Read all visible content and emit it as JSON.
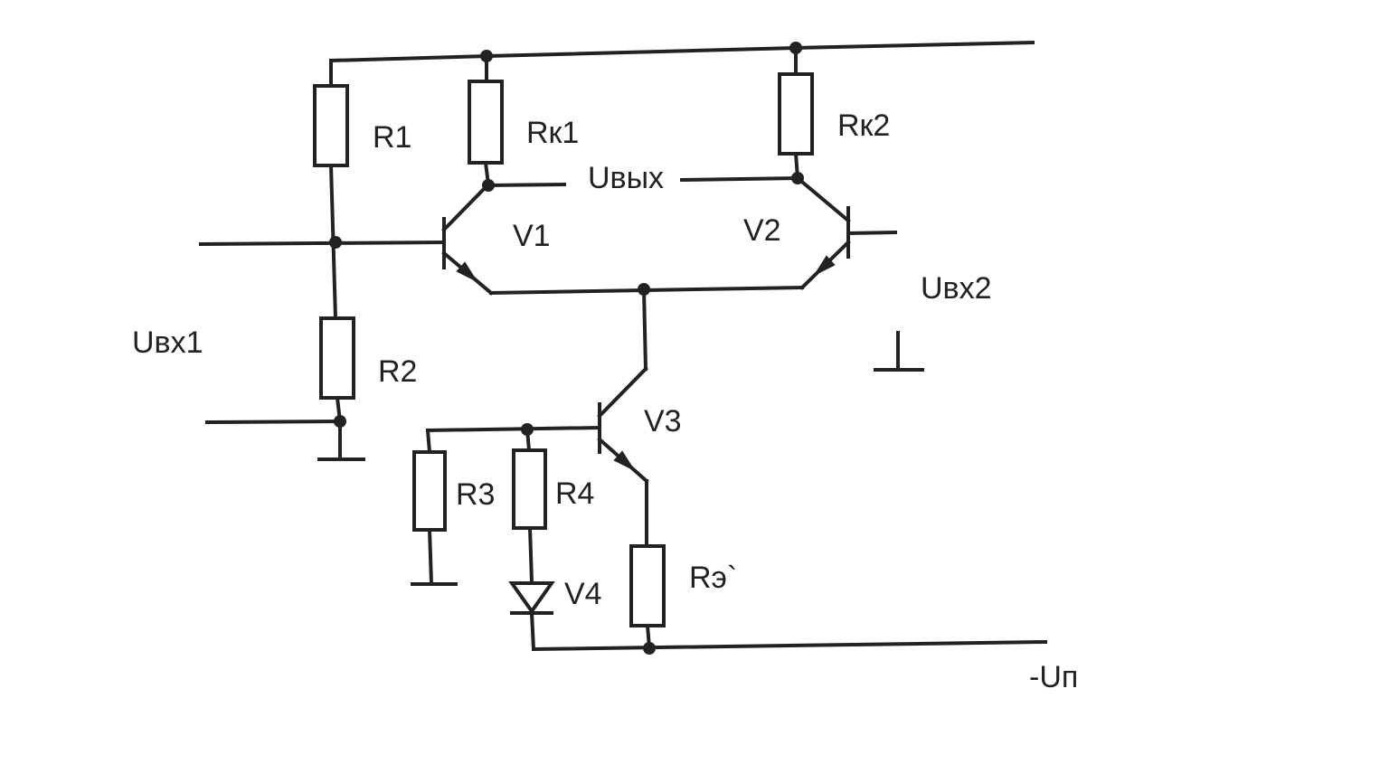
{
  "diagram": {
    "labels": {
      "r1": "R1",
      "rk1": "Rк1",
      "rk2": "Rк2",
      "u_out": "Uвых",
      "v1": "V1",
      "v2": "V2",
      "u_in1": "Uвх1",
      "u_in2": "Uвх2",
      "r2": "R2",
      "v3": "V3",
      "r3": "R3",
      "r4": "R4",
      "v4": "V4",
      "re": "Rэ`",
      "u_supply": "-Uп"
    },
    "colors": {
      "ink": "#222222",
      "background": "#ffffff"
    }
  }
}
